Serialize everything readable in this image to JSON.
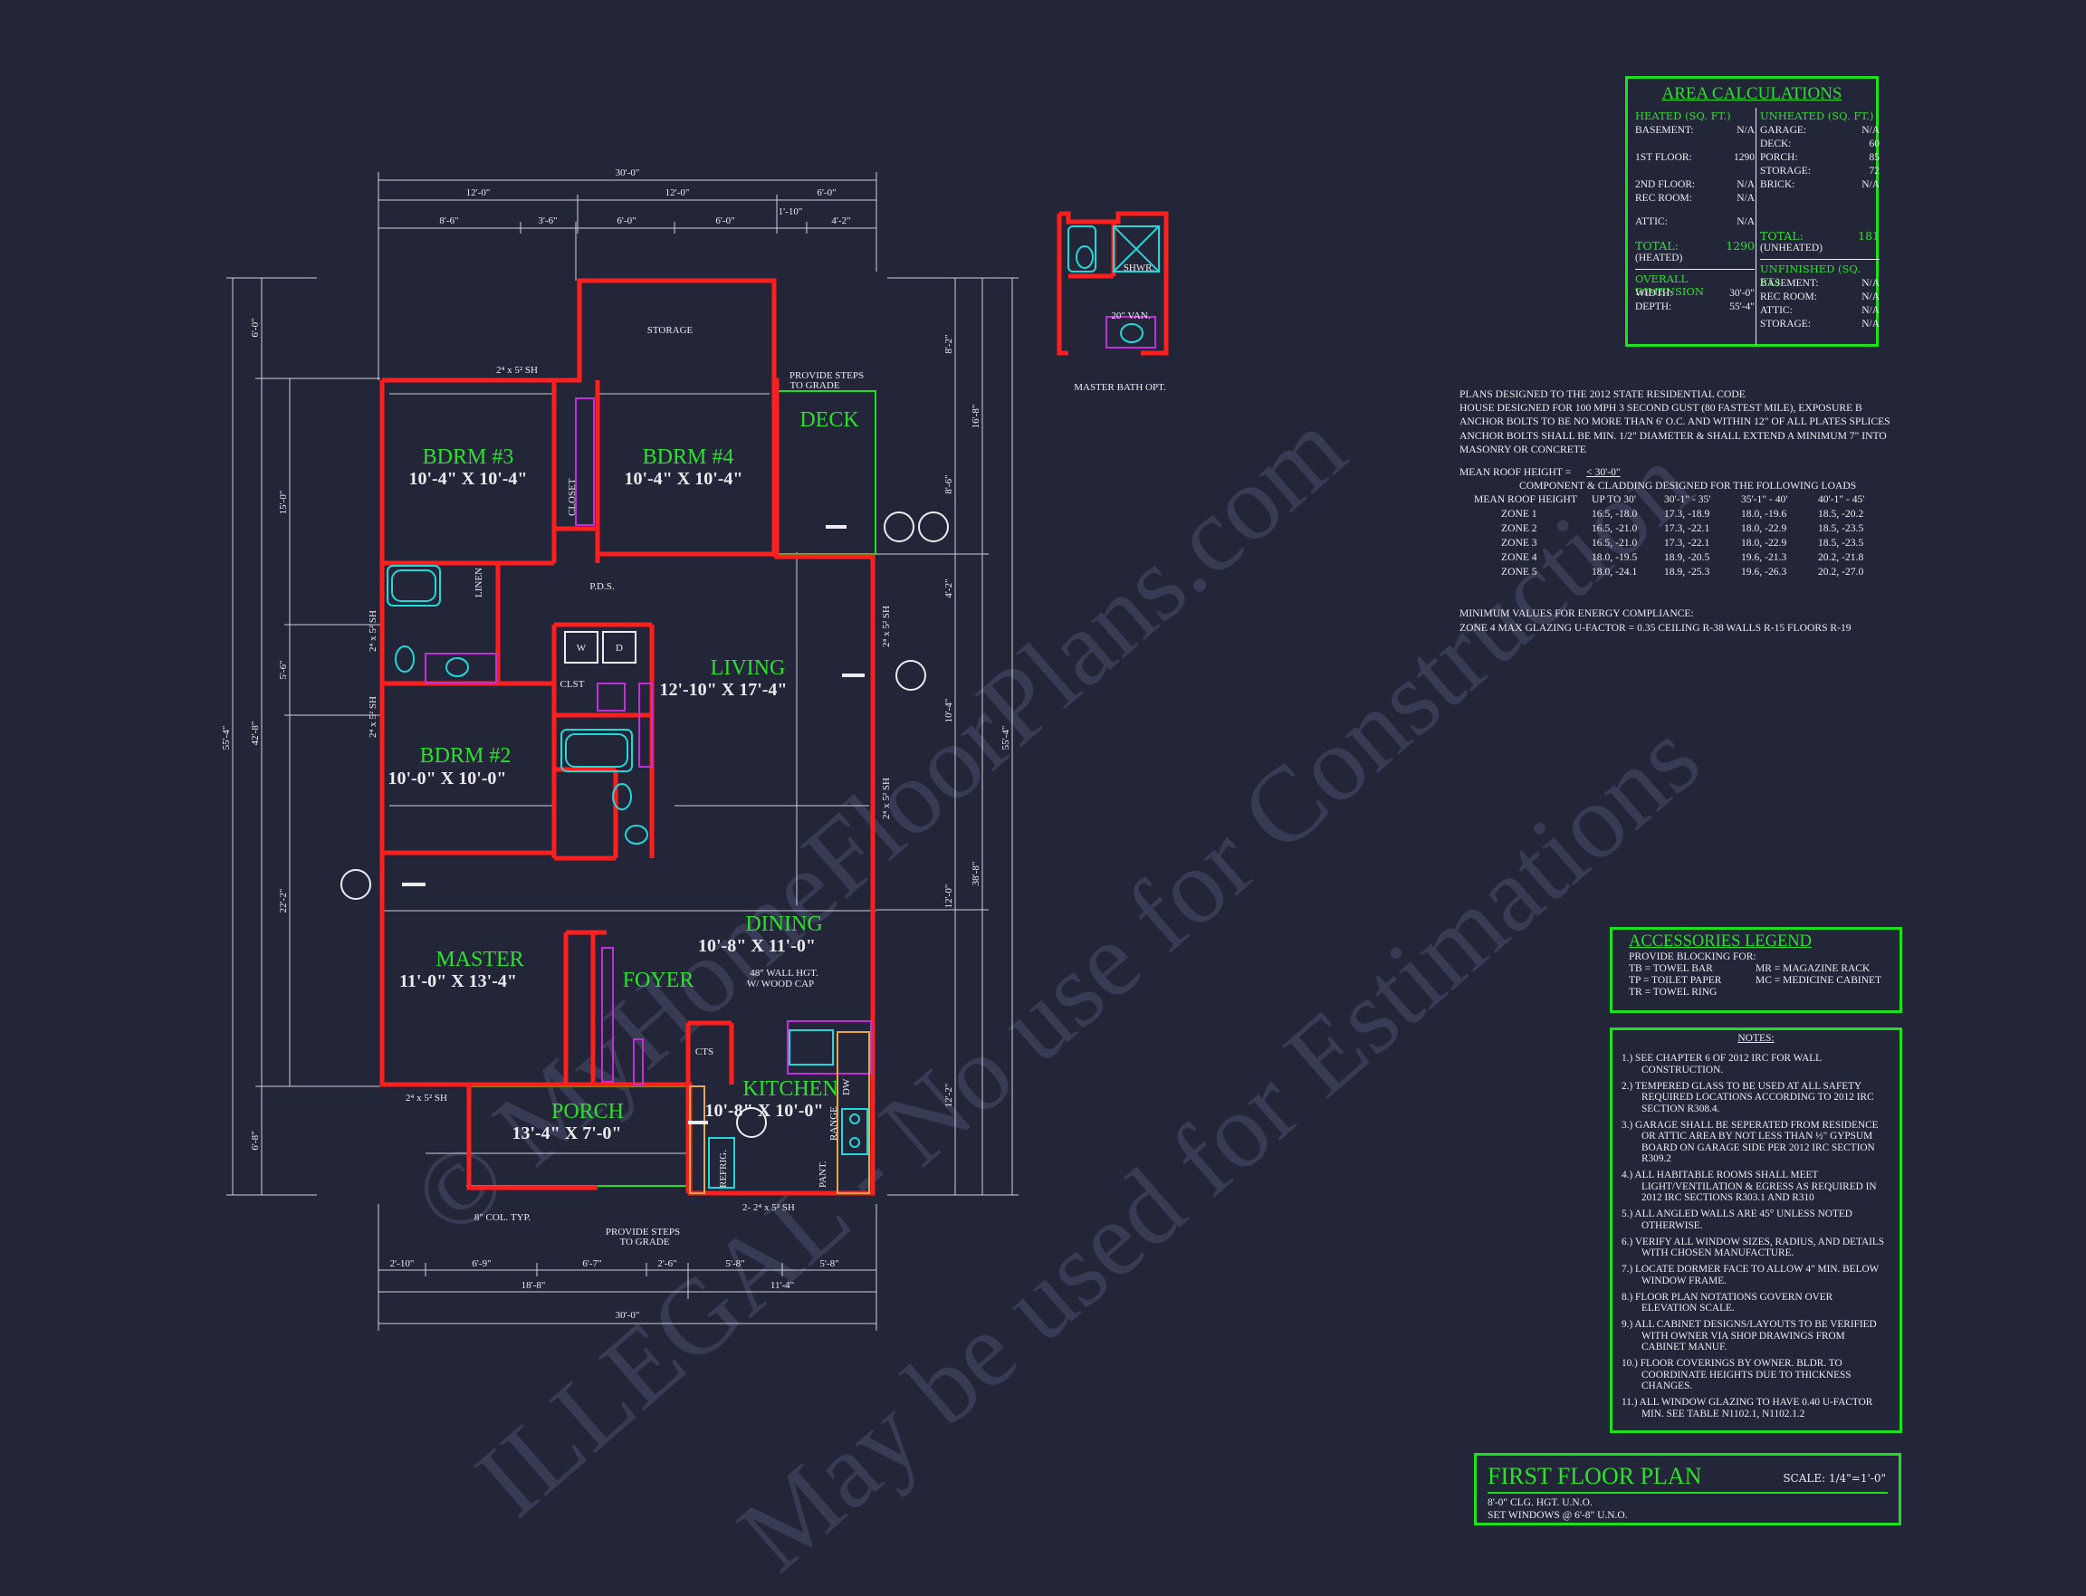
{
  "watermark": {
    "line1": "© MyHomeFloorPlans.com",
    "line2": "ILLEGAL - No use for Construction",
    "line3": "May be used for Estimations"
  },
  "area_calculations": {
    "title": "AREA CALCULATIONS",
    "heated_header": "HEATED (SQ. FT.)",
    "unheated_header": "UNHEATED (SQ. FT.)",
    "heated_rows": [
      {
        "label": "BASEMENT:",
        "value": "N/A"
      },
      {
        "label": "1ST FLOOR:",
        "value": "1290"
      },
      {
        "label": "2ND FLOOR:",
        "value": "N/A"
      },
      {
        "label": "REC ROOM:",
        "value": "N/A"
      },
      {
        "label": "ATTIC:",
        "value": "N/A"
      }
    ],
    "unheated_rows": [
      {
        "label": "GARAGE:",
        "value": "N/A"
      },
      {
        "label": "DECK:",
        "value": "60"
      },
      {
        "label": "PORCH:",
        "value": "85"
      },
      {
        "label": "STORAGE:",
        "value": "72"
      },
      {
        "label": "BRICK:",
        "value": "N/A"
      }
    ],
    "total_heated_label": "TOTAL:",
    "total_heated_value": "1290",
    "total_heated_note": "(HEATED)",
    "total_unheated_label": "TOTAL:",
    "total_unheated_value": "181",
    "total_unheated_note": "(UNHEATED)",
    "overall_header": "OVERALL DIMENSION",
    "width_label": "WIDTH:",
    "width_value": "30'-0\"",
    "depth_label": "DEPTH:",
    "depth_value": "55'-4\"",
    "unfinished_header": "UNFINISHED (SQ. FT.)",
    "unfinished_rows": [
      {
        "label": "BASEMENT:",
        "value": "N/A"
      },
      {
        "label": "REC ROOM:",
        "value": "N/A"
      },
      {
        "label": "ATTIC:",
        "value": "N/A"
      },
      {
        "label": "STORAGE:",
        "value": "N/A"
      }
    ]
  },
  "code_notes": {
    "lines": [
      "PLANS DESIGNED TO THE 2012 STATE RESIDENTIAL CODE",
      "HOUSE DESIGNED FOR 100 MPH 3 SECOND GUST (80 FASTEST MILE), EXPOSURE B",
      "ANCHOR BOLTS TO BE NO MORE THAN 6' O.C. AND WITHIN 12\" OF ALL PLATES SPLICES",
      "ANCHOR BOLTS SHALL BE MIN. 1/2\" DIAMETER & SHALL EXTEND A MINIMUM 7\" INTO",
      "MASONRY OR CONCRETE"
    ],
    "mean_roof_label": "MEAN ROOF HEIGHT =",
    "mean_roof_value": "< 30'-0\"",
    "cladding_title": "COMPONENT & CLADDING DESIGNED FOR THE FOLLOWING LOADS",
    "load_headers": [
      "MEAN ROOF HEIGHT",
      "UP TO 30'",
      "30'-1\" - 35'",
      "35'-1\" - 40'",
      "40'-1\" - 45'"
    ],
    "load_rows": [
      [
        "ZONE 1",
        "16.5, -18.0",
        "17.3, -18.9",
        "18.0, -19.6",
        "18.5, -20.2"
      ],
      [
        "ZONE 2",
        "16.5, -21.0",
        "17.3, -22.1",
        "18.0, -22.9",
        "18.5, -23.5"
      ],
      [
        "ZONE 3",
        "16.5, -21.0",
        "17.3, -22.1",
        "18.0, -22.9",
        "18.5, -23.5"
      ],
      [
        "ZONE 4",
        "18.0, -19.5",
        "18.9, -20.5",
        "19.6, -21.3",
        "20.2, -21.8"
      ],
      [
        "ZONE 5",
        "18.0, -24.1",
        "18.9, -25.3",
        "19.6, -26.3",
        "20.2, -27.0"
      ]
    ],
    "energy_title": "MINIMUM VALUES FOR ENERGY COMPLIANCE:",
    "energy_line": "ZONE 4   MAX GLAZING U-FACTOR = 0.35   CEILING R-38   WALLS R-15   FLOORS R-19"
  },
  "accessories_legend": {
    "title": "ACCESSORIES LEGEND",
    "intro": "PROVIDE BLOCKING FOR:",
    "items": [
      "TB = TOWEL BAR",
      "MR = MAGAZINE RACK",
      "TP = TOILET PAPER",
      "MC = MEDICINE CABINET",
      "TR = TOWEL RING",
      ""
    ]
  },
  "notes": {
    "title": "NOTES:",
    "items": [
      "1.) SEE CHAPTER 6 OF 2012 IRC FOR WALL CONSTRUCTION.",
      "2.) TEMPERED GLASS TO BE USED AT ALL SAFETY REQUIRED LOCATIONS ACCORDING TO 2012 IRC SECTION R308.4.",
      "3.) GARAGE SHALL BE SEPERATED FROM RESIDENCE OR ATTIC AREA BY NOT LESS THAN ½\" GYPSUM BOARD ON GARAGE SIDE PER 2012 IRC SECTION R309.2",
      "4.) ALL HABITABLE ROOMS SHALL MEET LIGHT/VENTILATION & EGRESS AS REQUIRED IN 2012 IRC SECTIONS R303.1 AND R310",
      "5.) ALL ANGLED WALLS ARE 45° UNLESS NOTED OTHERWISE.",
      "6.) VERIFY ALL WINDOW SIZES, RADIUS, AND DETAILS WITH CHOSEN MANUFACTURE.",
      "7.) LOCATE DORMER FACE TO ALLOW 4\" MIN. BELOW WINDOW FRAME.",
      "8.) FLOOR PLAN NOTATIONS GOVERN OVER ELEVATION SCALE.",
      "9.) ALL CABINET DESIGNS/LAYOUTS TO BE VERIFIED WITH OWNER VIA SHOP DRAWINGS FROM CABINET MANUF.",
      "10.) FLOOR COVERINGS BY OWNER. BLDR. TO COORDINATE HEIGHTS DUE TO THICKNESS CHANGES.",
      "11.) ALL WINDOW GLAZING TO HAVE 0.40 U-FACTOR MIN.  SEE TABLE N1102.1, N1102.1.2"
    ]
  },
  "title_block": {
    "title": "FIRST FLOOR PLAN",
    "scale": "SCALE: 1/4\"=1'-0\"",
    "line1": "8'-0\" CLG. HGT. U.N.O.",
    "line2": "SET WINDOWS @ 6'-8\" U.N.O."
  },
  "plan": {
    "rooms": [
      {
        "name": "BDRM #3",
        "size": "10'-4\" X 10'-4\""
      },
      {
        "name": "BDRM #4",
        "size": "10'-4\" X 10'-4\""
      },
      {
        "name": "DECK",
        "size": ""
      },
      {
        "name": "LIVING",
        "size": "12'-10\" X 17'-4\""
      },
      {
        "name": "BDRM #2",
        "size": "10'-0\" X 10'-0\""
      },
      {
        "name": "DINING",
        "size": "10'-8\" X 11'-0\""
      },
      {
        "name": "MASTER",
        "size": "11'-0\" X 13'-4\""
      },
      {
        "name": "FOYER",
        "size": ""
      },
      {
        "name": "KITCHEN",
        "size": "10'-8\" X 10'-0\""
      },
      {
        "name": "PORCH",
        "size": "13'-4\" X 7'-0\""
      }
    ],
    "labels": {
      "storage": "STORAGE",
      "provide_steps_top": "PROVIDE STEPS",
      "to_grade_top": "TO GRADE",
      "provide_steps_bottom": "PROVIDE STEPS",
      "to_grade_bottom": "TO GRADE",
      "col": "8\" COL. TYP.",
      "wall_hgt": "48\" WALL HGT.",
      "wood_cap": "W/ WOOD CAP",
      "pds": "P.D.S.",
      "closet": "CLOSET",
      "linen": "LINEN",
      "clst": "CLST",
      "washer": "W",
      "dryer": "D",
      "refrig": "REFRIG.",
      "pant": "PANT.",
      "range": "RANGE",
      "dw": "DW",
      "cts": "CTS",
      "master_bath_opt": "MASTER BATH OPT.",
      "shwr": "SHWR.",
      "van": "20\" VAN."
    },
    "dims_top": [
      "30'-0\"",
      "12'-0\"",
      "12'-0\"",
      "6'-0\"",
      "8'-6\"",
      "3'-6\"",
      "6'-0\"",
      "6'-0\"",
      "1'-10\"",
      "4'-2\""
    ],
    "dims_bottom": [
      "2'-10\"",
      "6'-9\"",
      "6'-7\"",
      "2'-6\"",
      "5'-8\"",
      "5'-8\"",
      "18'-8\"",
      "11'-4\"",
      "30'-0\""
    ],
    "dims_left": [
      "55'-4\"",
      "6'-0\"",
      "42'-8\"",
      "15'-0\"",
      "5'-6\"",
      "22'-2\"",
      "6'-8\""
    ],
    "dims_right": [
      "55'-4\"",
      "8'-2\"",
      "16'-8\"",
      "8'-6\"",
      "4'-2\"",
      "10'-4\"",
      "38'-8\"",
      "12'-0\"",
      "12'-2\""
    ],
    "window_tags": [
      "2⁴ x 5² SH",
      "2⁴ x 5² SH",
      "2⁴ x 5² SH",
      "2⁴ x 5² SH",
      "2⁴ x 5² SH",
      "2⁴ x 5² SH",
      "2- 2⁴ x 5² SH"
    ]
  },
  "colors": {
    "background": "#232538",
    "walls": "#ff1f1f",
    "frames": "#1fe01f",
    "text": "#ececf2",
    "fixtures": "#22d8d8",
    "cabinets": "#c32ed8"
  }
}
